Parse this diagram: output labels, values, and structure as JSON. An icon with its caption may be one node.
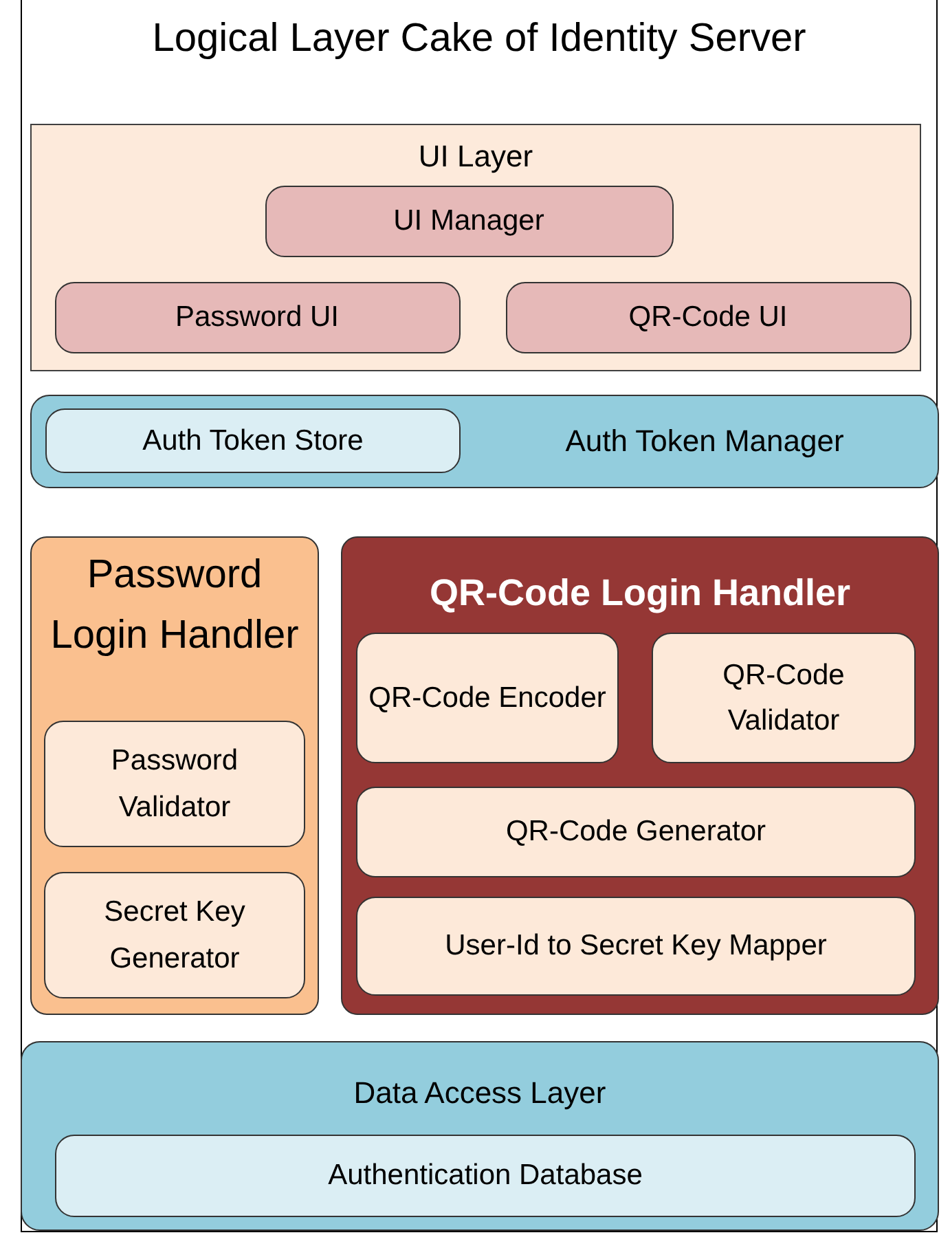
{
  "diagram": {
    "title": "Logical Layer Cake of Identity Server",
    "nodes": [
      {
        "text": [
          "UI Layer"
        ]
      },
      {
        "text": [
          "UI Manager"
        ],
        "in": 0
      },
      {
        "text": [
          "Password UI"
        ],
        "in": 0
      },
      {
        "text": [
          "QR-Code UI"
        ],
        "in": 0
      },
      {
        "text": [
          "Auth Token Manager"
        ]
      },
      {
        "text": [
          "Auth Token Store"
        ],
        "in": 4
      },
      {
        "text": [
          "Password Login Handler"
        ]
      },
      {
        "text": [
          "Password Validator"
        ],
        "in": 6
      },
      {
        "text": [
          "Secret Key Generator"
        ],
        "in": 6
      },
      {
        "text": [
          "QR-Code Login Handler"
        ]
      },
      {
        "text": [
          "QR-Code Encoder"
        ],
        "in": 9
      },
      {
        "text": [
          "QR-Code Validator"
        ],
        "in": 9
      },
      {
        "text": [
          "QR-Code Generator"
        ],
        "in": 9
      },
      {
        "text": [
          "User-Id to Secret Key Mapper"
        ],
        "in": 9
      },
      {
        "text": [
          "Data Access Layer"
        ]
      },
      {
        "text": [
          "Authentication Database"
        ],
        "in": 14
      }
    ],
    "edges": []
  }
}
